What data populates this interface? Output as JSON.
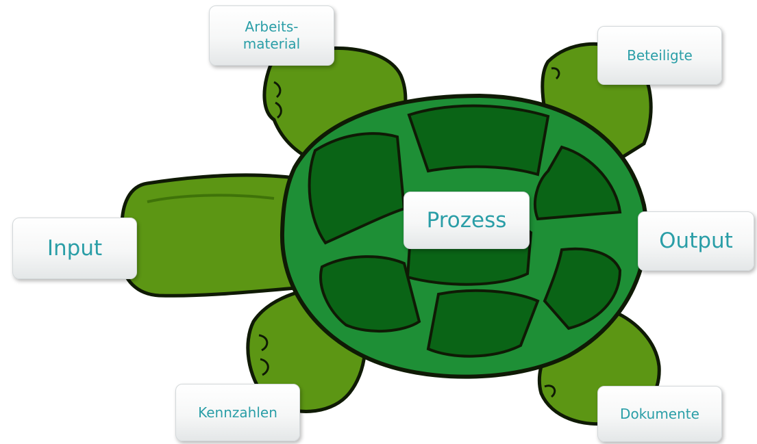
{
  "diagram": {
    "labels": {
      "arbeitsmaterial": "Arbeits-\nmaterial",
      "beteiligte": "Beteiligte",
      "input": "Input",
      "prozess": "Prozess",
      "output": "Output",
      "kennzahlen": "Kennzahlen",
      "dokumente": "Dokumente"
    },
    "colors": {
      "shell_outer": "#1e8f36",
      "shell_scute": "#0a6416",
      "limb": "#5c9614",
      "limb_shadow": "#3f7309",
      "outline": "#0f1a05",
      "label_text": "#2a9ea7"
    }
  }
}
